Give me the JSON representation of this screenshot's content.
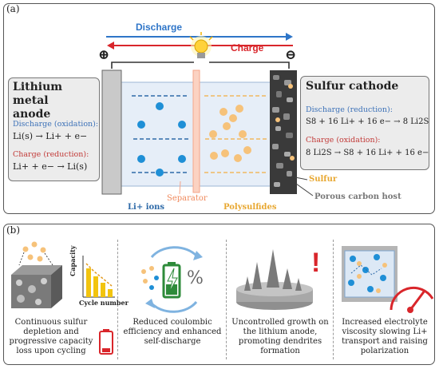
{
  "panel_a": {
    "label": "(a)",
    "discharge_arrow": "Discharge",
    "charge_arrow": "Charge",
    "plus": "⊕",
    "minus": "⊖",
    "anode": {
      "title_line1": "Lithium metal",
      "title_line2": "anode",
      "discharge_label": "Discharge (oxidation):",
      "discharge_eq": "Li(s) → Li+ + e−",
      "charge_label": "Charge (reduction):",
      "charge_eq": "Li+ + e− → Li(s)"
    },
    "cathode": {
      "title": "Sulfur cathode",
      "discharge_label": "Discharge (reduction):",
      "discharge_eq": "S8 + 16 Li+ + 16 e− → 8 Li2S",
      "charge_label": "Charge (oxidation):",
      "charge_eq": "8 Li2S → S8 + 16 Li+ + 16 e−"
    },
    "separator": "Separator",
    "li_ions": "Li+ ions",
    "polysulfides": "Polysulfides",
    "sulfur": "Sulfur",
    "porous_carbon": "Porous carbon host",
    "colors": {
      "discharge": "#2e75c8",
      "charge": "#d9262b",
      "li_ion": "#1f8fd6",
      "polysulfide": "#f6c27a",
      "separator": "#f4a58a",
      "electrolyte": "#e6eef8"
    }
  },
  "panel_b": {
    "label": "(b)",
    "chart_axis_y": "Capacity",
    "chart_axis_x": "Cycle number",
    "percent": "%",
    "exclamation": "!",
    "cells": [
      {
        "text": "Continuous sulfur depletion and progressive capacity loss upon cycling"
      },
      {
        "text": "Reduced coulombic efficiency and enhanced self-discharge"
      },
      {
        "text": "Uncontrolled growth on the lithium anode, promoting dendrites formation"
      },
      {
        "text": "Increased electrolyte viscosity slowing Li+ transport and raising polarization"
      }
    ]
  }
}
